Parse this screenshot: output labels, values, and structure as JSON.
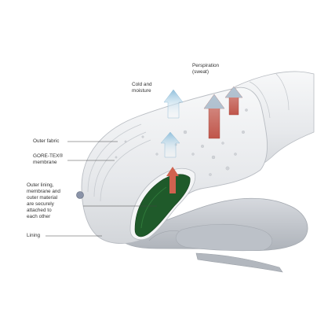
{
  "labels": {
    "perspiration": "Perspiration\n(sweat)",
    "cold_moisture": "Cold and\nmoisture",
    "outer_fabric": "Outer fabric",
    "goretex": "GORE-TEX®\nmembrane",
    "bonded": "Outer lining,\nmembrane and\nouter material\nare securely\nattached to\neach other",
    "lining": "Lining"
  },
  "colors": {
    "glove_body": "#eceef0",
    "glove_edge": "#b8bcc2",
    "lining_green": "#1f5a2a",
    "hand_grey": "#c9cdd3",
    "arrow_blue": "#9cc6de",
    "arrow_red": "#b8584c"
  }
}
